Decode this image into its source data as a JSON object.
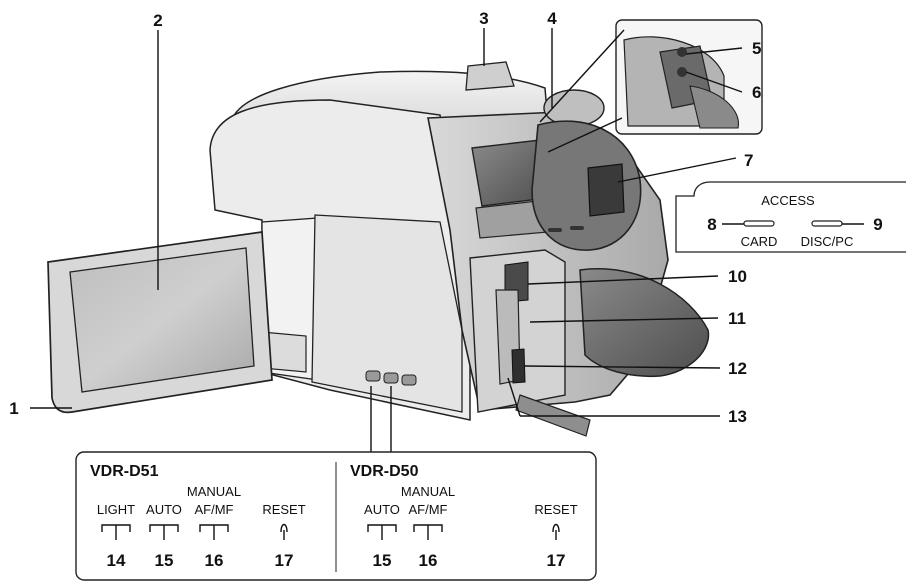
{
  "callouts": {
    "n1": "1",
    "n2": "2",
    "n3": "3",
    "n4": "4",
    "n5": "5",
    "n6": "6",
    "n7": "7",
    "n8": "8",
    "n9": "9",
    "n10": "10",
    "n11": "11",
    "n12": "12",
    "n13": "13"
  },
  "access_box": {
    "title": "ACCESS",
    "card_label": "CARD",
    "disc_label": "DISC/PC"
  },
  "button_panel": {
    "d51": {
      "model": "VDR-D51",
      "manual_label": "MANUAL",
      "buttons": [
        {
          "label": "LIGHT",
          "number": "14"
        },
        {
          "label": "AUTO",
          "number": "15"
        },
        {
          "label": "AF/MF",
          "number": "16"
        },
        {
          "label": "RESET",
          "number": "17"
        }
      ]
    },
    "d50": {
      "model": "VDR-D50",
      "manual_label": "MANUAL",
      "buttons": [
        {
          "label": "AUTO",
          "number": "15"
        },
        {
          "label": "AF/MF",
          "number": "16"
        },
        {
          "label": "RESET",
          "number": "17"
        }
      ]
    }
  },
  "colors": {
    "body_light": "#e9e9e9",
    "body_mid": "#c4c4c4",
    "body_dark": "#6f6f6f",
    "outline": "#222222"
  }
}
